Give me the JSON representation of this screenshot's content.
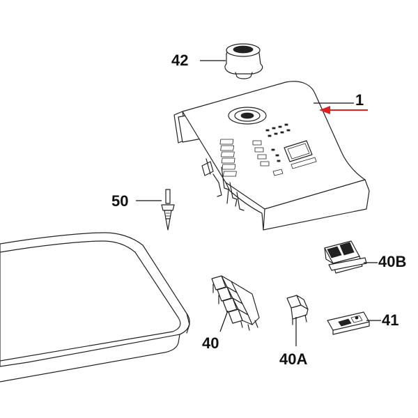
{
  "diagram": {
    "accent_color": "#e02020",
    "labels": {
      "part_42": "42",
      "part_1": "1",
      "part_50": "50",
      "part_40b": "40B",
      "part_41": "41",
      "part_40": "40",
      "part_40a": "40A"
    }
  }
}
